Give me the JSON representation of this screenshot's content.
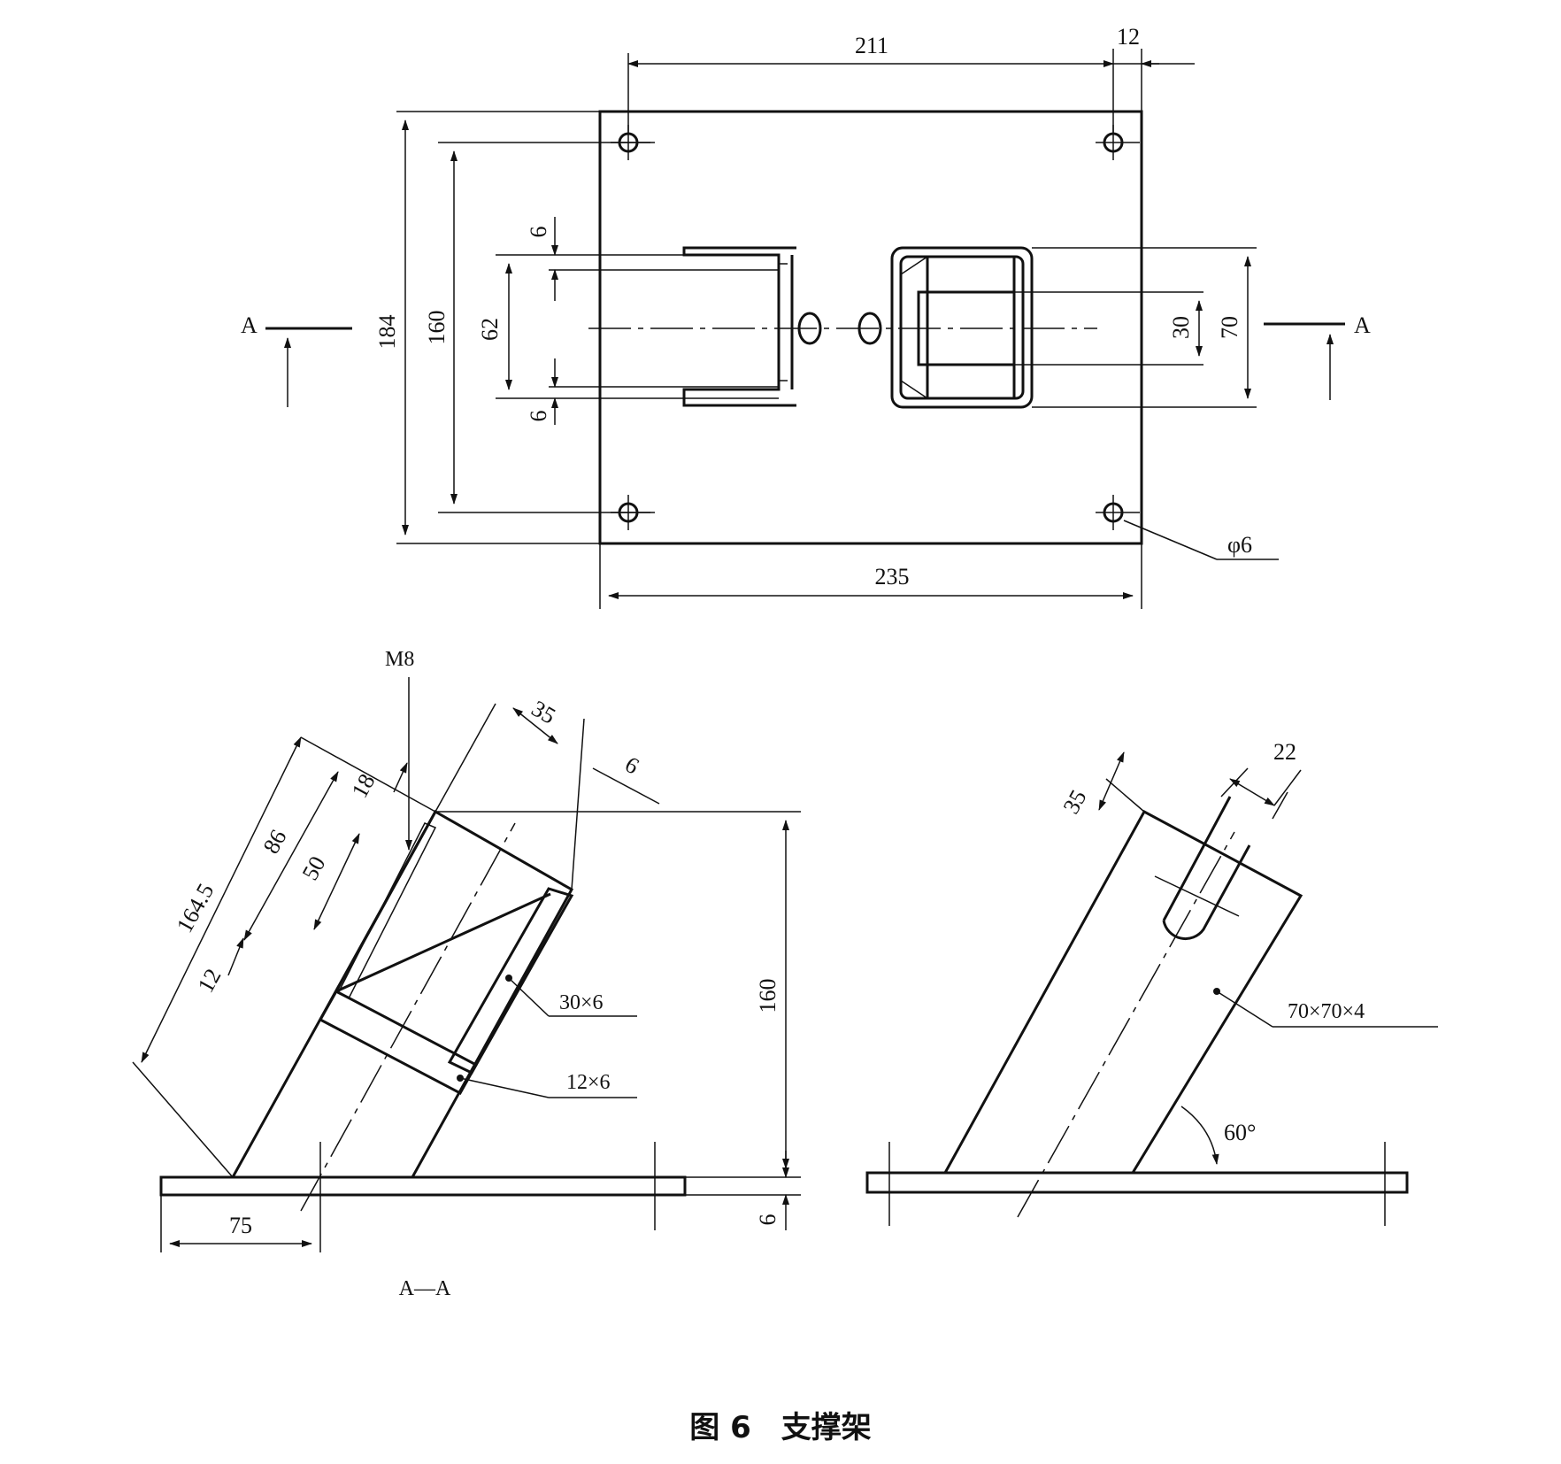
{
  "colors": {
    "ink": "#111111",
    "paper": "#ffffff"
  },
  "top_view": {
    "dims": {
      "d211": "211",
      "d12": "12",
      "d184": "184",
      "d160": "160",
      "d62": "62",
      "d6a": "6",
      "d6b": "6",
      "d30": "30",
      "d70": "70",
      "d235": "235",
      "phi6": "φ6"
    },
    "section_left": "A",
    "section_right": "A"
  },
  "section_view": {
    "dims": {
      "m8": "M8",
      "d35": "35",
      "d6": "6",
      "d18": "18",
      "d86": "86",
      "d50": "50",
      "d164_5": "164.5",
      "d12": "12",
      "d160": "160",
      "d75": "75",
      "d6_base": "6"
    },
    "callouts": {
      "flat_bar_30": "30×6",
      "flat_bar_12": "12×6"
    },
    "title": "A—A"
  },
  "side_view": {
    "dims": {
      "d22": "22",
      "d35": "35",
      "angle": "60°"
    },
    "callouts": {
      "square_tube": "70×70×4"
    }
  },
  "caption": "图 6　支撑架"
}
